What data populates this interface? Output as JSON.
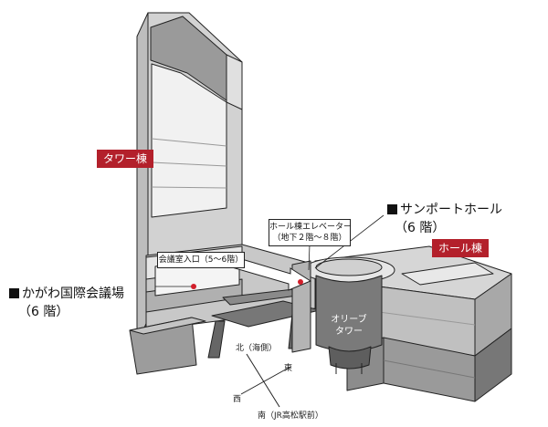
{
  "labels": {
    "tower_wing": "タワー棟",
    "hall_wing": "ホール棟",
    "sunport_hall_title": "サンポートホール",
    "sunport_hall_floor": "（6 階）",
    "kagawa_conf_title": "かがわ国際会議場",
    "kagawa_conf_floor": "（6 階）",
    "hall_elevator_line1": "ホール棟エレベーター",
    "hall_elevator_line2": "（地下２階～８階）",
    "conf_entrance": "会議室入口（5～6階）",
    "olive_tower_line1": "オリーブ",
    "olive_tower_line2": "タワー"
  },
  "compass": {
    "north": "北（海側）",
    "east": "東",
    "west": "西",
    "south": "南（JR高松駅前）"
  },
  "colors": {
    "accent_red": "#b3202b",
    "marker_red": "#d21f2b"
  }
}
